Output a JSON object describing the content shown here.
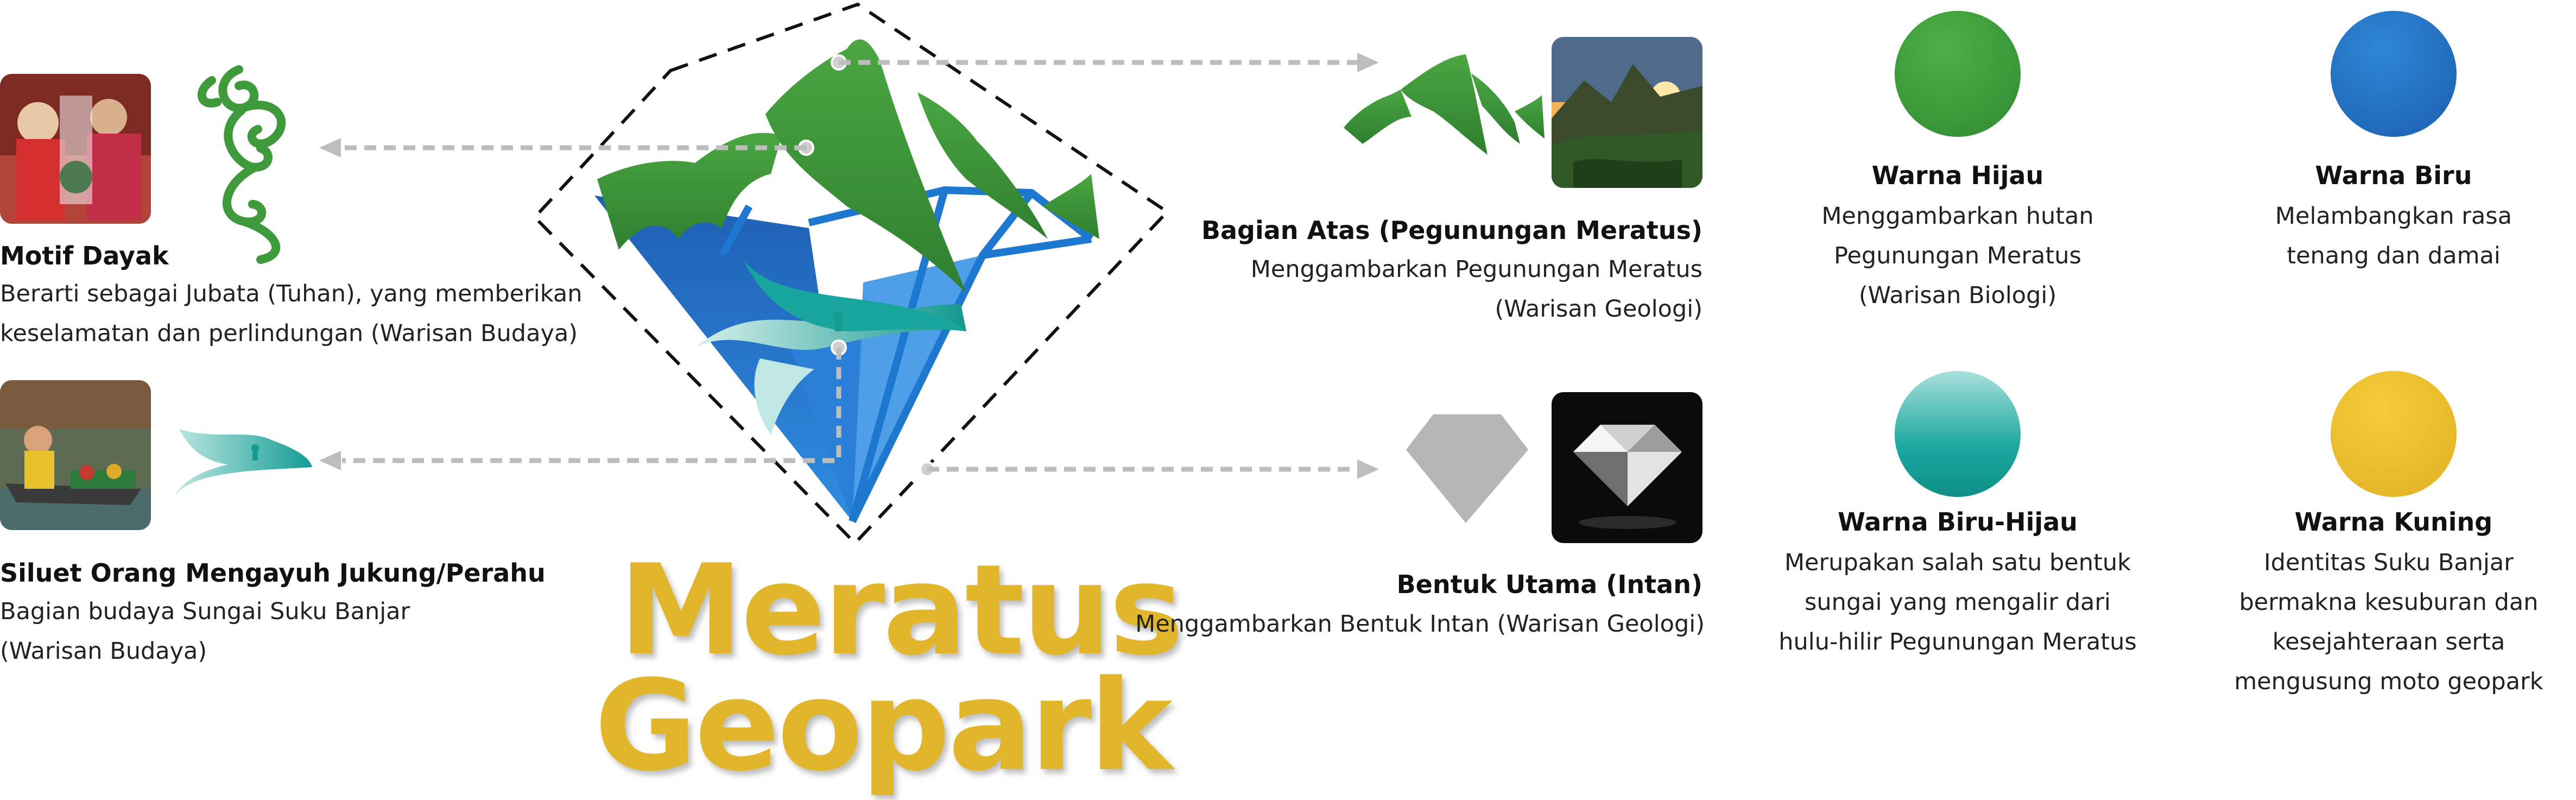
{
  "logo": {
    "line1": "Meratus",
    "line2": "Geopark"
  },
  "left_items": [
    {
      "title": "Motif Dayak",
      "desc": "Berarti sebagai Jubata (Tuhan), yang memberikan keselamatan dan perlindungan (Warisan Budaya)"
    },
    {
      "title": "Siluet Orang Mengayuh Jukung/Perahu",
      "desc": "Bagian budaya Sungai Suku Banjar (Warisan Budaya)"
    }
  ],
  "center_items": [
    {
      "title": "Bagian Atas (Pegunungan Meratus)",
      "desc": "Menggambarkan Pegunungan Meratus (Warisan Geologi)"
    },
    {
      "title": "Bentuk Utama (Intan)",
      "desc": "Menggambarkan Bentuk Intan (Warisan Geologi)"
    }
  ],
  "colors": [
    {
      "title": "Warna Hijau",
      "desc": "Menggambarkan hutan Pegunungan Meratus (Warisan Biologi)",
      "color": "#3f9a3c"
    },
    {
      "title": "Warna Biru",
      "desc": "Melambangkan rasa tenang dan damai",
      "color": "#1e6fc1"
    },
    {
      "title": "Warna Biru-Hijau",
      "desc": "Merupakan salah satu bentuk sungai yang mengalir dari hulu-hilir Pegunungan Meratus",
      "color": "#17a59d"
    },
    {
      "title": "Warna Kuning",
      "desc": "Identitas Suku Banjar bermakna kesuburan dan kesejahteraan serta mengusung moto geopark",
      "color": "#e9bd2a"
    }
  ],
  "icons": {
    "photo_dayak": "dayak-dancers-photo",
    "photo_boat": "boat-paddler-photo",
    "photo_mountain": "mountain-sunset-photo",
    "photo_diamond": "diamond-photo",
    "motif": "dayak-motif-icon",
    "boat_silhouette": "boat-silhouette-icon",
    "mountains": "mountains-icon",
    "diamond_shape": "diamond-shape-icon"
  }
}
